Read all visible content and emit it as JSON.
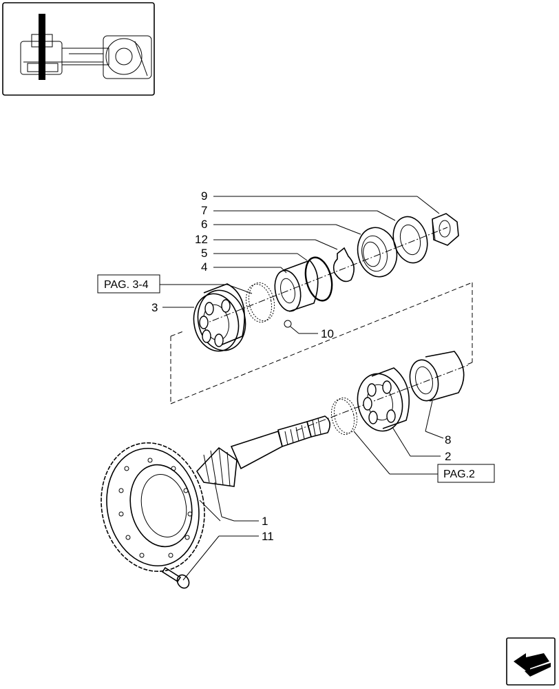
{
  "callouts": {
    "c1": "1",
    "c2": "2",
    "c3": "3",
    "c4": "4",
    "c5": "5",
    "c6": "6",
    "c7": "7",
    "c8": "8",
    "c9": "9",
    "c10": "10",
    "c11": "11",
    "c12": "12"
  },
  "page_refs": {
    "upper": "PAG. 3-4",
    "lower": "PAG.2"
  },
  "icons": {
    "thumbnail": "axle-location-thumbnail",
    "nav": "next-page-arrow-icon"
  }
}
